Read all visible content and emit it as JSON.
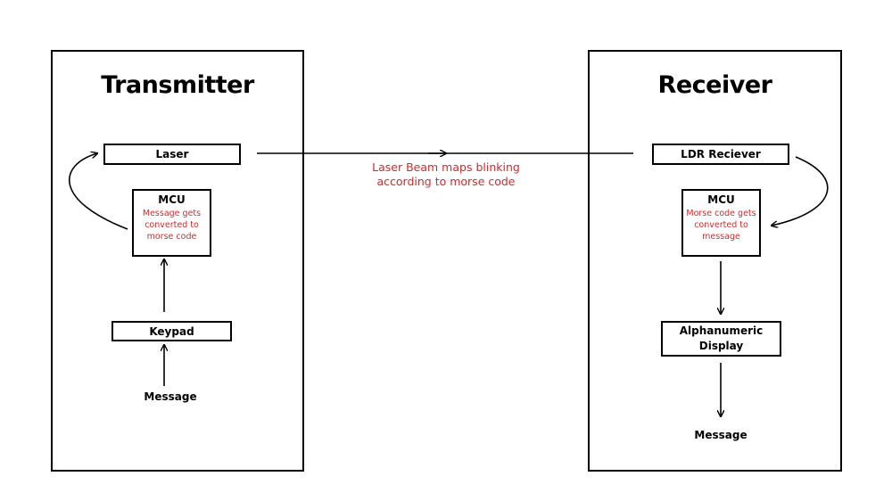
{
  "transmitter": {
    "title": "Transmitter",
    "laser_label": "Laser",
    "mcu_title": "MCU",
    "mcu_desc": "Message gets converted to morse code",
    "keypad_label": "Keypad",
    "message_label": "Message"
  },
  "receiver": {
    "title": "Receiver",
    "ldr_label": "LDR Reciever",
    "mcu_title": "MCU",
    "mcu_desc": "Morse code gets converted to message",
    "display_label": "Alphanumeric Display",
    "message_label": "Message"
  },
  "beam": {
    "label": "Laser Beam maps blinking according to morse code"
  },
  "colors": {
    "annotation": "#d62828",
    "stroke": "#000000"
  }
}
